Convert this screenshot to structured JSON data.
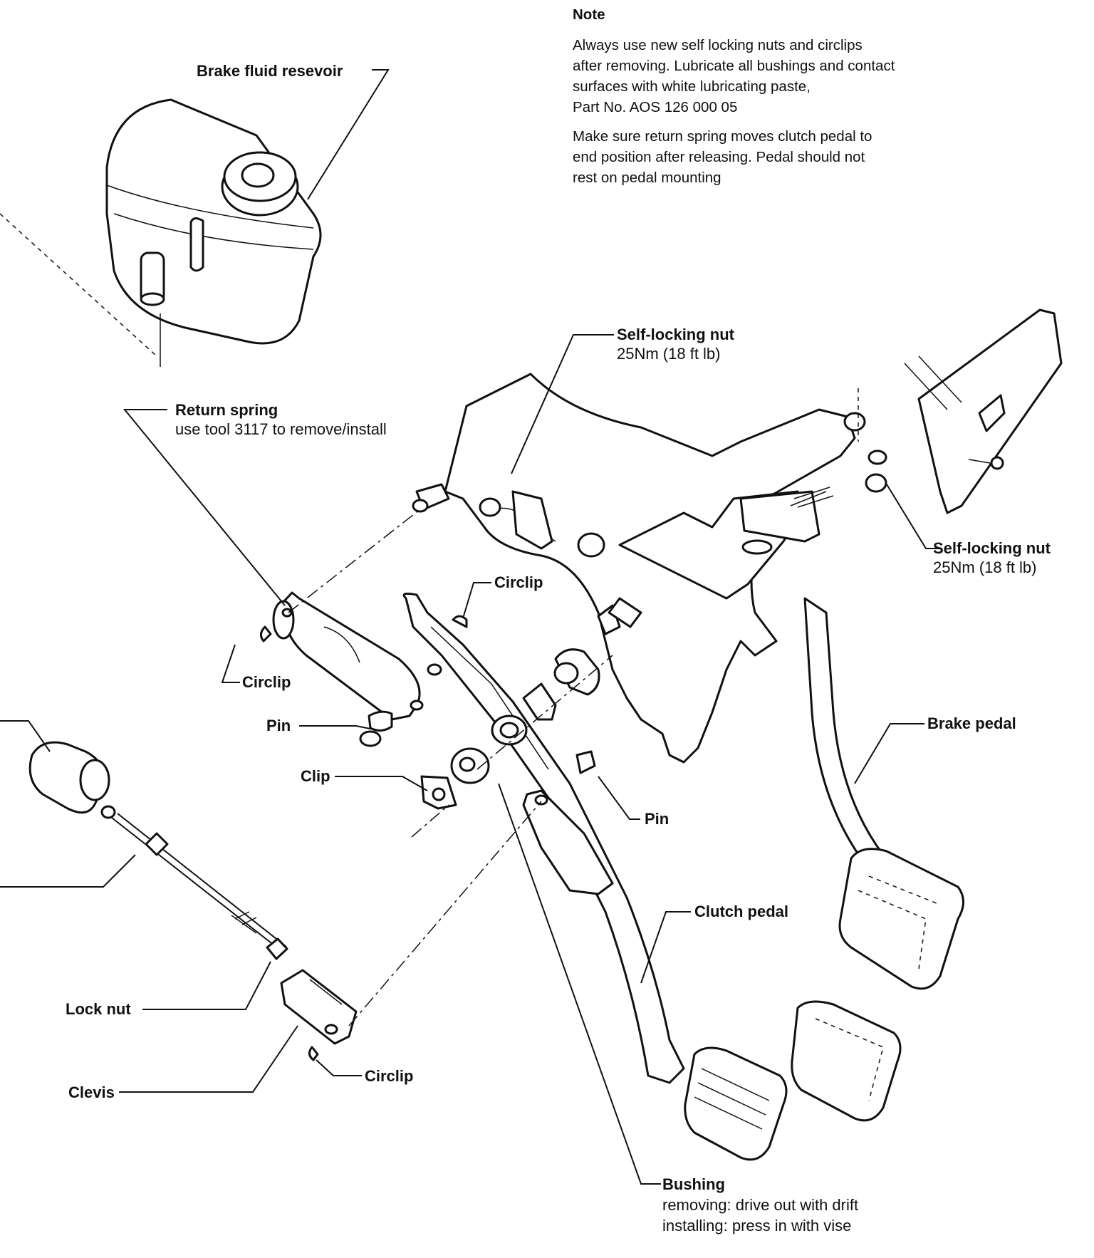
{
  "note": {
    "heading": "Note",
    "para1_lines": [
      "Always use new self locking nuts and circlips",
      "after removing. Lubricate all bushings and contact",
      "surfaces with white lubricating paste,",
      "Part No. AOS 126 000 05"
    ],
    "para2_lines": [
      "Make sure return spring moves clutch pedal to",
      "end position after releasing. Pedal should not",
      "rest on pedal mounting"
    ]
  },
  "labels": {
    "brake_fluid_reservoir": "Brake fluid resevoir",
    "self_locking_nut_top": {
      "name": "Self-locking nut",
      "spec": "25Nm (18 ft lb)"
    },
    "self_locking_nut_right": {
      "name": "Self-locking nut",
      "spec": "25Nm (18 ft lb)"
    },
    "return_spring": {
      "name": "Return  spring",
      "spec": "use tool 3117 to remove/install"
    },
    "circlip_top": "Circlip",
    "circlip_left": "Circlip",
    "circlip_bottom": "Circlip",
    "pin_left": "Pin",
    "pin_right": "Pin",
    "clip": "Clip",
    "brake_pedal": "Brake pedal",
    "clutch_pedal": "Clutch pedal",
    "lock_nut": "Lock nut",
    "clevis": "Clevis",
    "bushing": {
      "name": "Bushing",
      "line1": "removing: drive out with drift",
      "line2": "installing: press in with vise"
    }
  }
}
